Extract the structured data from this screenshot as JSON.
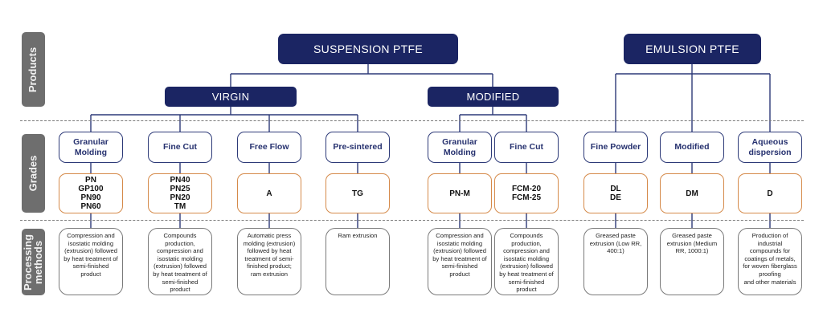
{
  "side_labels": {
    "products": "Products",
    "grades": "Grades",
    "processing": "Processing\nmethods"
  },
  "products": [
    {
      "label": "SUSPENSION PTFE"
    },
    {
      "label": "EMULSION PTFE"
    }
  ],
  "subtypes": [
    {
      "label": "VIRGIN"
    },
    {
      "label": "MODIFIED"
    }
  ],
  "columns": [
    {
      "grade_name": "Granular\nMolding",
      "grade_codes": "PN\nGP100\nPN90\nPN60",
      "method": "Compression and\nisostatic molding\n(extrusion) followed\nby heat treatment of\nsemi-finished\nproduct"
    },
    {
      "grade_name": "Fine Cut",
      "grade_codes": "PN40\nPN25\nPN20\nTM",
      "method": "Compounds\nproduction,\ncompression and\nisostatic molding\n(extrusion) followed\nby heat treatment of\nsemi-finished\nproduct"
    },
    {
      "grade_name": "Free Flow",
      "grade_codes": "A",
      "method": "Automatic press\nmolding (extrusion)\nfollowed by heat\ntreatment of semi-\nfinished product;\nram extrusion"
    },
    {
      "grade_name": "Pre-sintered",
      "grade_codes": "TG",
      "method": "Ram extrusion"
    },
    {
      "grade_name": "Granular\nMolding",
      "grade_codes": "PN-M",
      "method": "Compression and\nisostatic molding\n(extrusion) followed\nby heat treatment of\nsemi-finished\nproduct"
    },
    {
      "grade_name": "Fine Cut",
      "grade_codes": "FCM-20\nFCM-25",
      "method": "Compounds\nproduction,\ncompression and\nisostatic molding\n(extrusion) followed\nby heat treatment of\nsemi-finished\nproduct"
    },
    {
      "grade_name": "Fine Powder",
      "grade_codes": "DL\nDE",
      "method": "Greased paste\nextrusion (Low RR,\n400:1)"
    },
    {
      "grade_name": "Modified",
      "grade_codes": "DM",
      "method": "Greased paste\nextrusion (Medium\nRR, 1000:1)"
    },
    {
      "grade_name": "Aqueous\ndispersion",
      "grade_codes": "D",
      "method": "Production of\nindustrial\ncompounds for\ncoatings of metals,\nfor woven fiberglass\nproofing\nand other materials"
    }
  ],
  "colors": {
    "product_fill": "#1b2563",
    "grade_name_border": "#2d3a78",
    "grade_code_border": "#d58a4a",
    "side_label_fill": "#6e6e6e",
    "connector": "#2d3a78"
  }
}
